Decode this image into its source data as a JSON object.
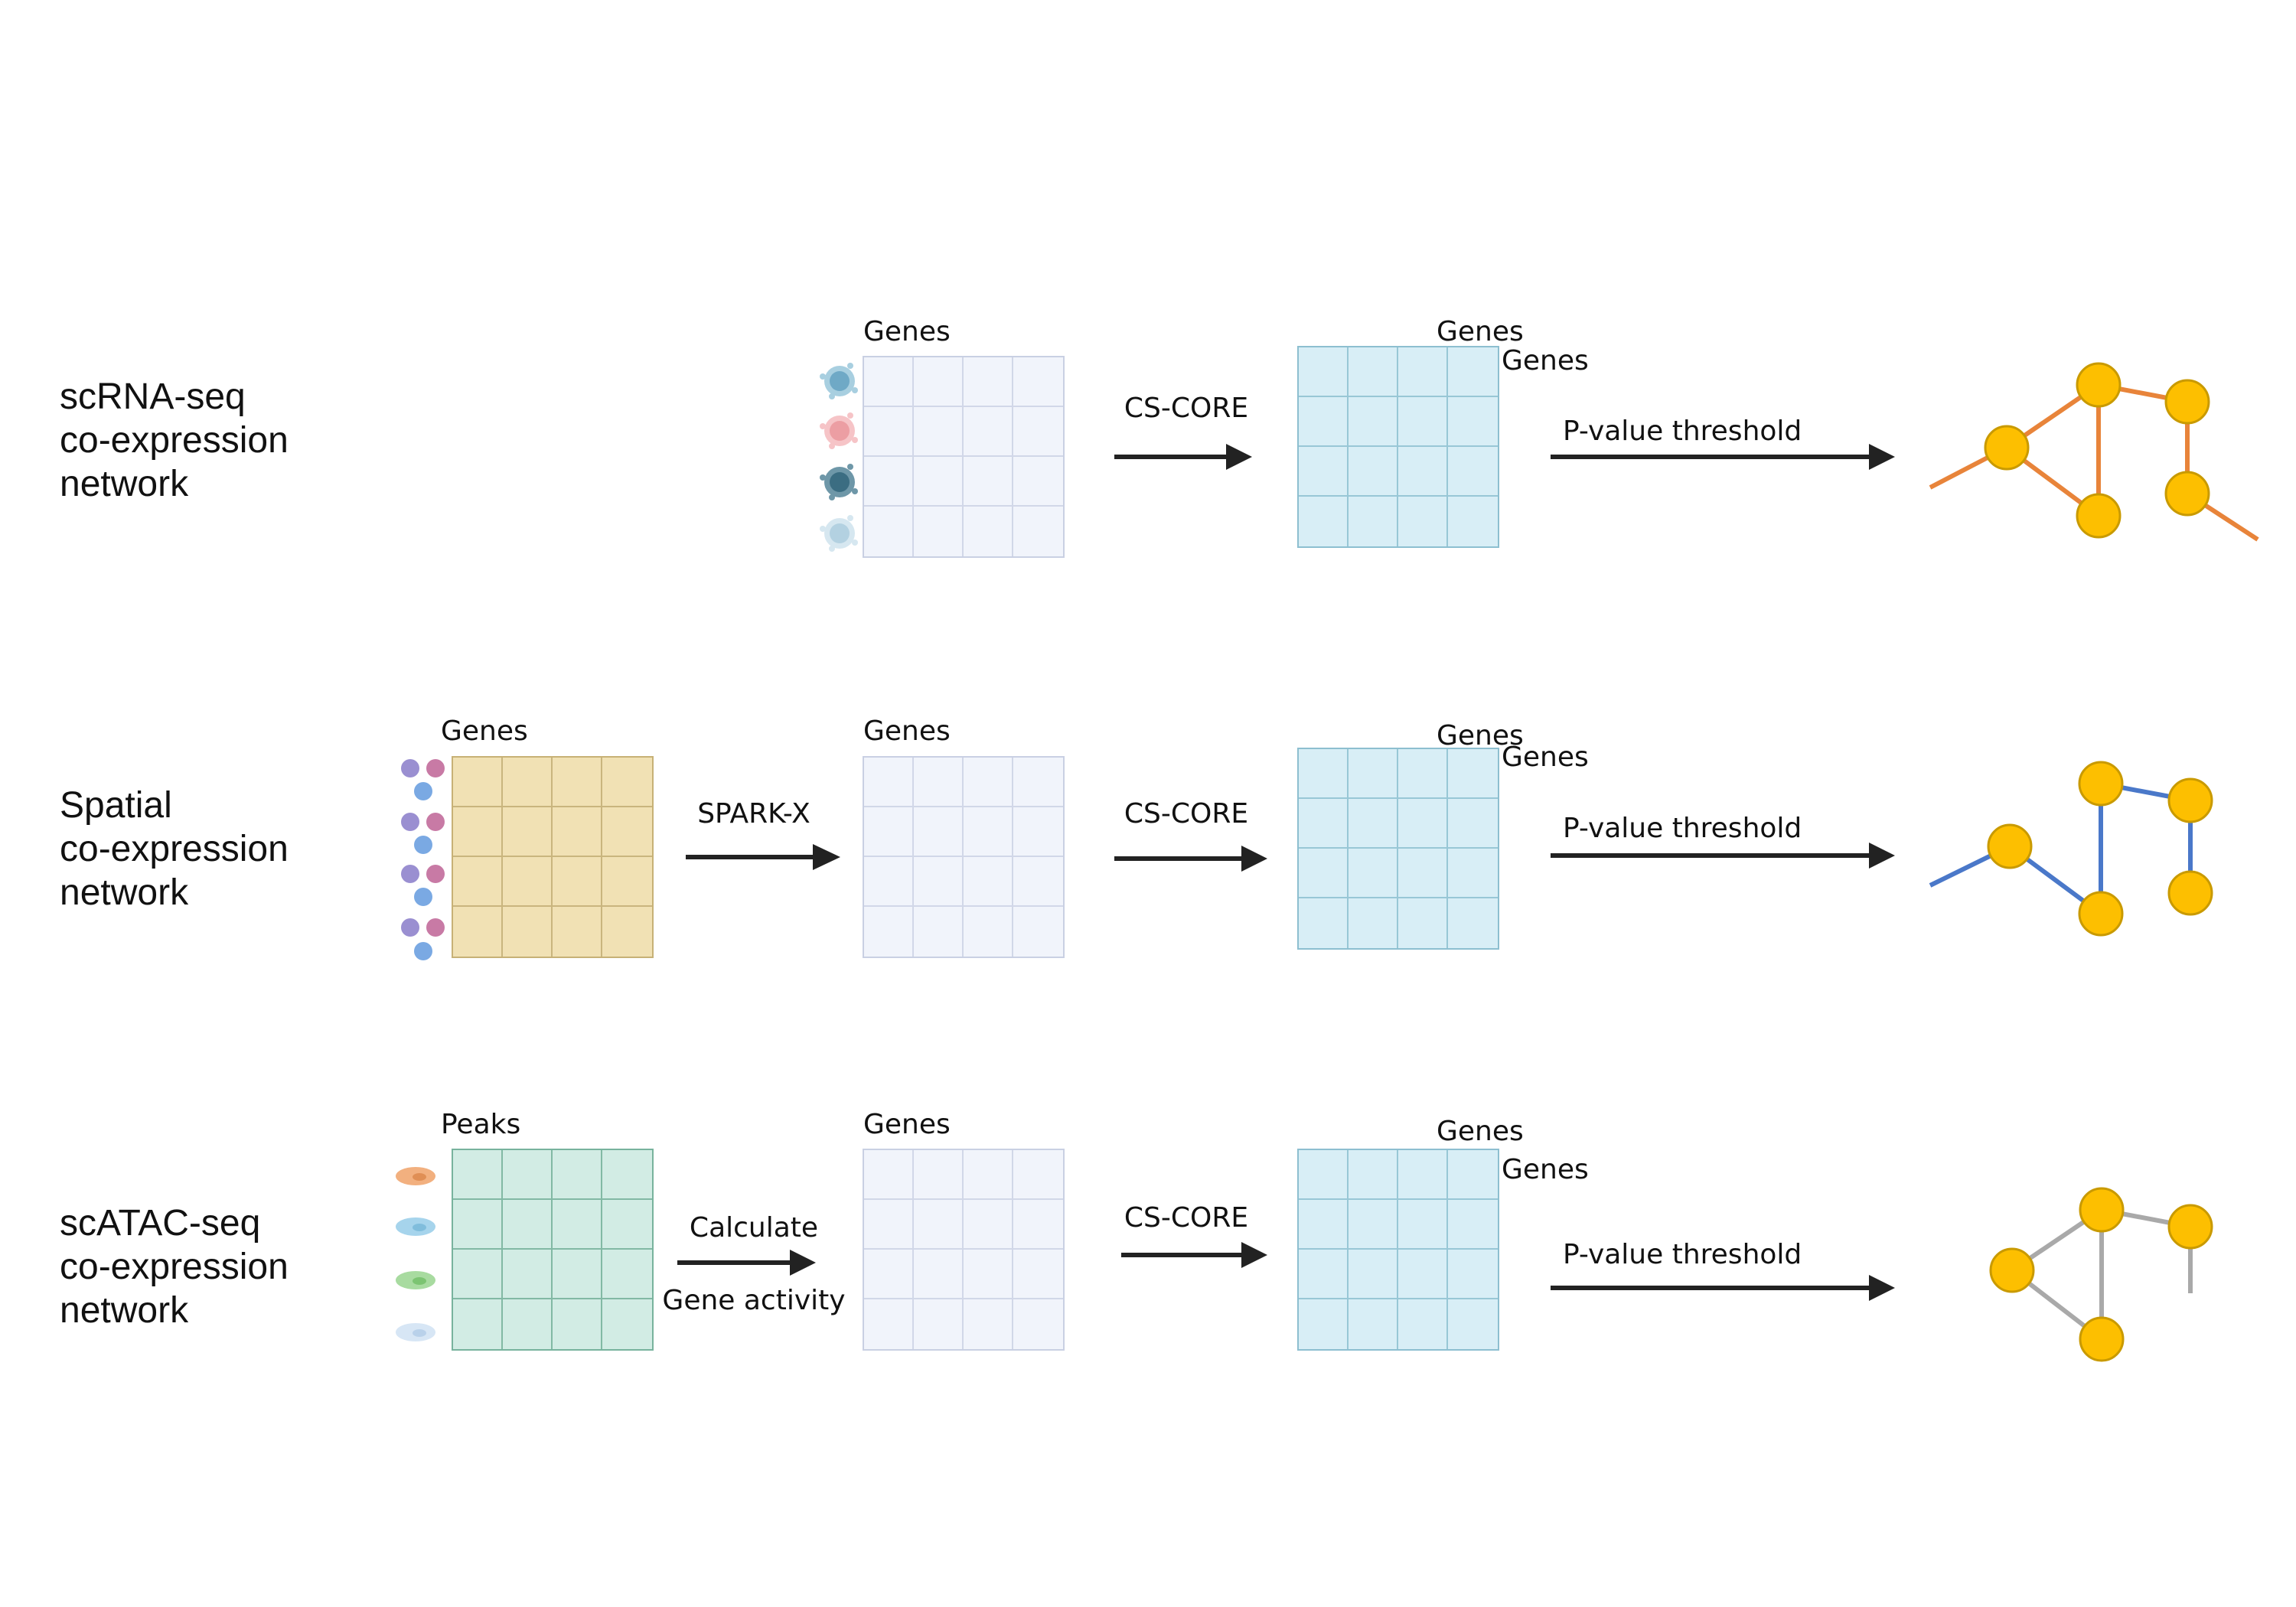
{
  "rows": [
    {
      "title_lines": [
        "scRNA-seq",
        "co-expression",
        "network"
      ],
      "input_matrix_label": "",
      "transform_label": "",
      "gene_matrix_label": "Genes",
      "corr_label": "CS-CORE",
      "corr_top_label": "Genes",
      "corr_side_label": "Genes",
      "threshold_label": "P-value threshold",
      "network_color": "#e8843a"
    },
    {
      "title_lines": [
        "Spatial",
        "co-expression",
        "network"
      ],
      "input_matrix_label": "Genes",
      "transform_label": "SPARK-X",
      "gene_matrix_label": "Genes",
      "corr_label": "CS-CORE",
      "corr_top_label": "Genes",
      "corr_side_label": "Genes",
      "threshold_label": "P-value threshold",
      "network_color": "#4a78c9"
    },
    {
      "title_lines": [
        "scATAC-seq",
        "co-expression",
        "network"
      ],
      "input_matrix_label": "Peaks",
      "transform_label": "Calculate",
      "transform_label_2": "Gene activity",
      "gene_matrix_label": "Genes",
      "corr_label": "CS-CORE",
      "corr_top_label": "Genes",
      "corr_side_label": "Genes",
      "threshold_label": "P-value threshold",
      "network_color": "#a9a9a9"
    }
  ],
  "colors": {
    "node_fill": "#fdbf00",
    "node_stroke": "#c99a00",
    "arrow": "#222222",
    "single_cell_icons": [
      "#6fa9c6",
      "#ec9ea3",
      "#3b6d82",
      "#b3d1e1"
    ],
    "spatial_spot_icons": [
      "#9a8fd1",
      "#c87aa5",
      "#7aa9e3"
    ],
    "atac_cell_icons": [
      "#f2b07f",
      "#a6d4ec",
      "#a8dba0",
      "#d7e6f5"
    ]
  }
}
